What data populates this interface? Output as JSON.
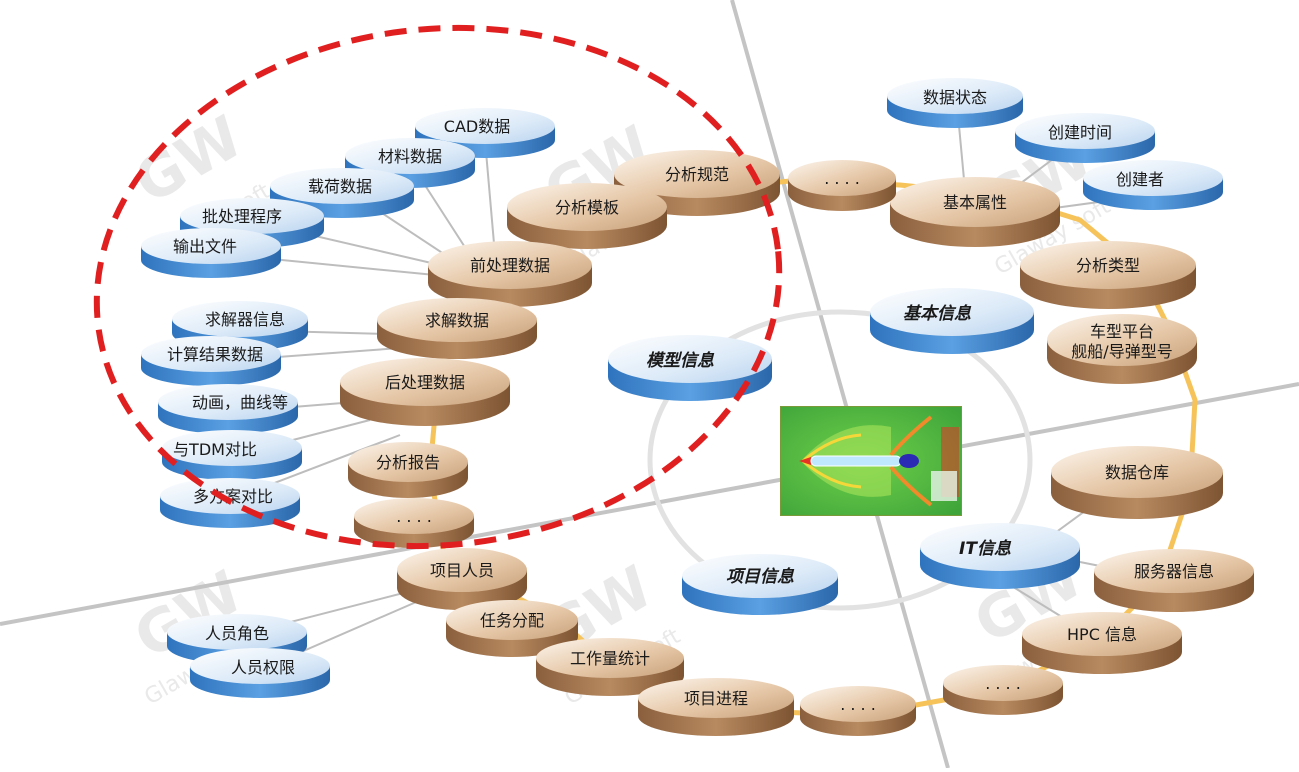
{
  "categories": {
    "basic_info": "基本信息",
    "model_info": "模型信息",
    "project_info": "项目信息",
    "it_info": "IT信息"
  },
  "basic_info": {
    "attributes": "基本属性",
    "data_status": "数据状态",
    "creation_time": "创建时间",
    "creator": "创建者",
    "analysis_type": "分析类型",
    "platform_line1": "车型平台",
    "platform_line2": "舰船/导弹型号",
    "more": ". . . ."
  },
  "model_info": {
    "analysis_spec": "分析规范",
    "analysis_template": "分析模板",
    "preprocessing": "前处理数据",
    "cad_data": "CAD数据",
    "material_data": "材料数据",
    "load_data": "载荷数据",
    "batch_program": "批处理程序",
    "output_file": "输出文件",
    "solve_data": "求解数据",
    "solver_info": "求解器信息",
    "result_data": "计算结果数据",
    "postprocessing": "后处理数据",
    "animation": "动画，曲线等",
    "tdm_compare": "与TDM对比",
    "multi_compare": "多方案对比",
    "analysis_report": "分析报告",
    "more": ". . . ."
  },
  "project_info": {
    "personnel": "项目人员",
    "roles": "人员角色",
    "permissions": "人员权限",
    "task_assign": "任务分配",
    "workload": "工作量统计",
    "progress": "项目进程",
    "more": ". . . ."
  },
  "it_info": {
    "data_warehouse": "数据仓库",
    "server_info": "服务器信息",
    "hpc_info": "HPC 信息",
    "more": ". . . ."
  },
  "watermark": {
    "logo": "GW",
    "brand": "Glaway soft"
  },
  "colors": {
    "highlight_dash": "#e02020",
    "ring": "#f5c35a",
    "bronze": "#a77a54",
    "blue": "#3b86cf"
  }
}
